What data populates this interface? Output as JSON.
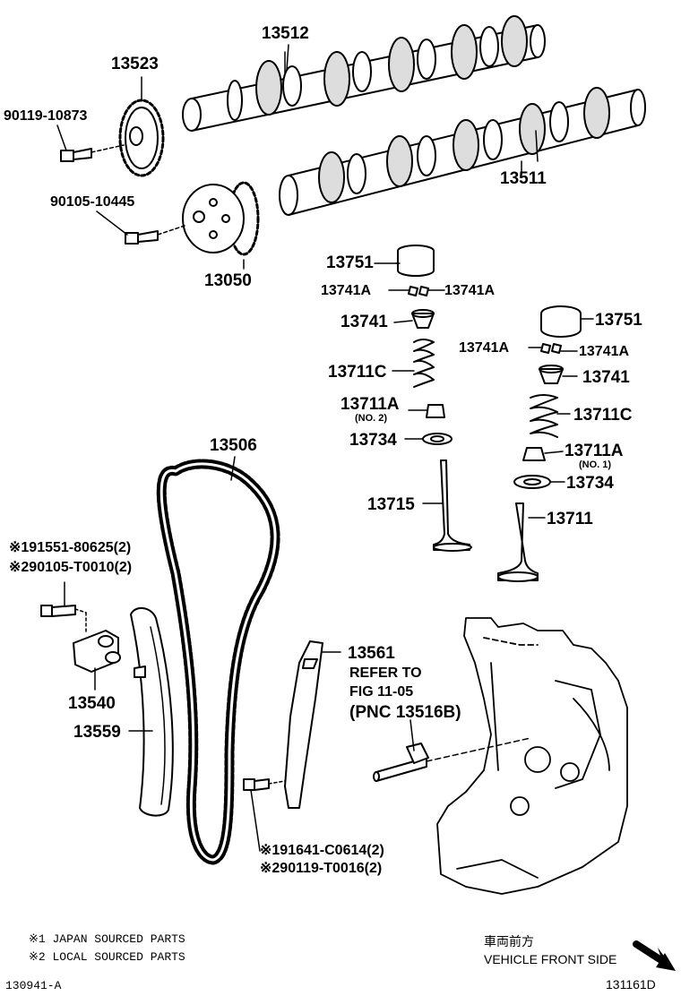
{
  "parts": {
    "camshaft_exhaust": "13512",
    "cam_sprocket": "13523",
    "bolt_sprocket": "90119-10873",
    "camshaft_intake": "13511",
    "bolt_vvt": "90105-10445",
    "vvt_gear": "13050",
    "lifter_top": "13751",
    "keeper_left_top": "13741A",
    "keeper_right_top": "13741A",
    "retainer_left": "13741",
    "spring_left": "13711C",
    "seat_left": "13711A",
    "seat_left_no": "(NO. 2)",
    "washer_left": "13734",
    "valve_left": "13715",
    "lifter_right": "13751",
    "keeper_left_right": "13741A",
    "keeper_right_right": "13741A",
    "retainer_right": "13741",
    "spring_right": "13711C",
    "seat_right": "13711A",
    "seat_right_no": "(NO. 1)",
    "washer_right": "13734",
    "valve_right": "13711",
    "chain": "13506",
    "bolt_tensioner_1": "※191551-80625(2)",
    "bolt_tensioner_2": "※290105-T0010(2)",
    "tensioner": "13540",
    "slipper": "13559",
    "damper": "13561",
    "refer_line1": "REFER TO",
    "refer_line2": "FIG 11-05",
    "refer_line3": "(PNC 13516B)",
    "bolt_damper_1": "※191641-C0614(2)",
    "bolt_damper_2": "※290119-T0016(2)"
  },
  "notes": {
    "line1": "※1 JAPAN SOURCED PARTS",
    "line2": "※2 LOCAL SOURCED PARTS",
    "front_jp": "車両前方",
    "front_en": "VEHICLE FRONT SIDE",
    "fig_code": "130941-A",
    "drawing_code": "131161D"
  }
}
